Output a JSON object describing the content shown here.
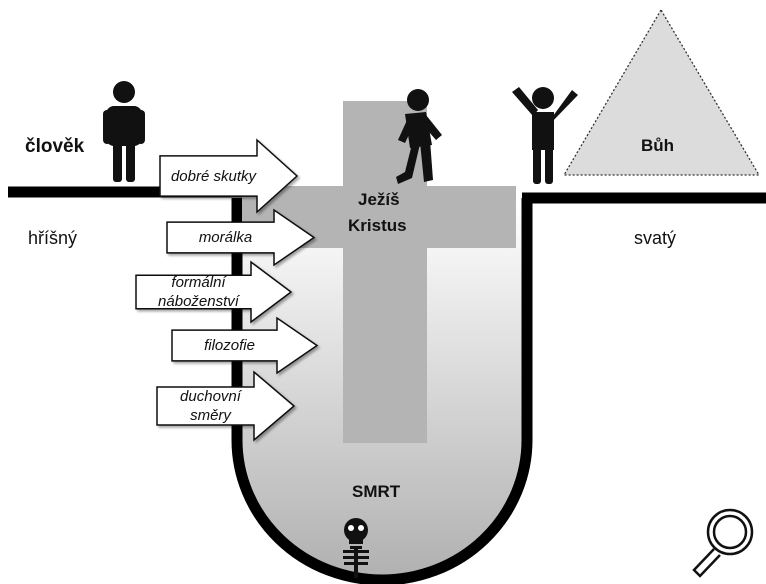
{
  "labels": {
    "man": "člověk",
    "sinful": "hříšný",
    "god": "Bůh",
    "holy": "svatý",
    "jesus_line1": "Ježíš",
    "jesus_line2": "Kristus",
    "death": "SMRT"
  },
  "arrows": [
    {
      "lines": [
        "dobré skutky"
      ]
    },
    {
      "lines": [
        "morálka"
      ]
    },
    {
      "lines": [
        "formální",
        "náboženství"
      ]
    },
    {
      "lines": [
        "filozofie"
      ]
    },
    {
      "lines": [
        "duchovní",
        "směry"
      ]
    }
  ],
  "colors": {
    "ground": "#000000",
    "cross": "#b4b4b4",
    "pit_top": "#ffffff",
    "pit_bottom": "#b0b0b0",
    "triangle": "#dcdcdc"
  },
  "icons": {
    "man": "standing-person-icon",
    "walking": "walking-person-icon",
    "raised_arms": "celebrating-person-icon",
    "skeleton": "skeleton-icon",
    "magnifier": "magnifying-glass-icon"
  }
}
